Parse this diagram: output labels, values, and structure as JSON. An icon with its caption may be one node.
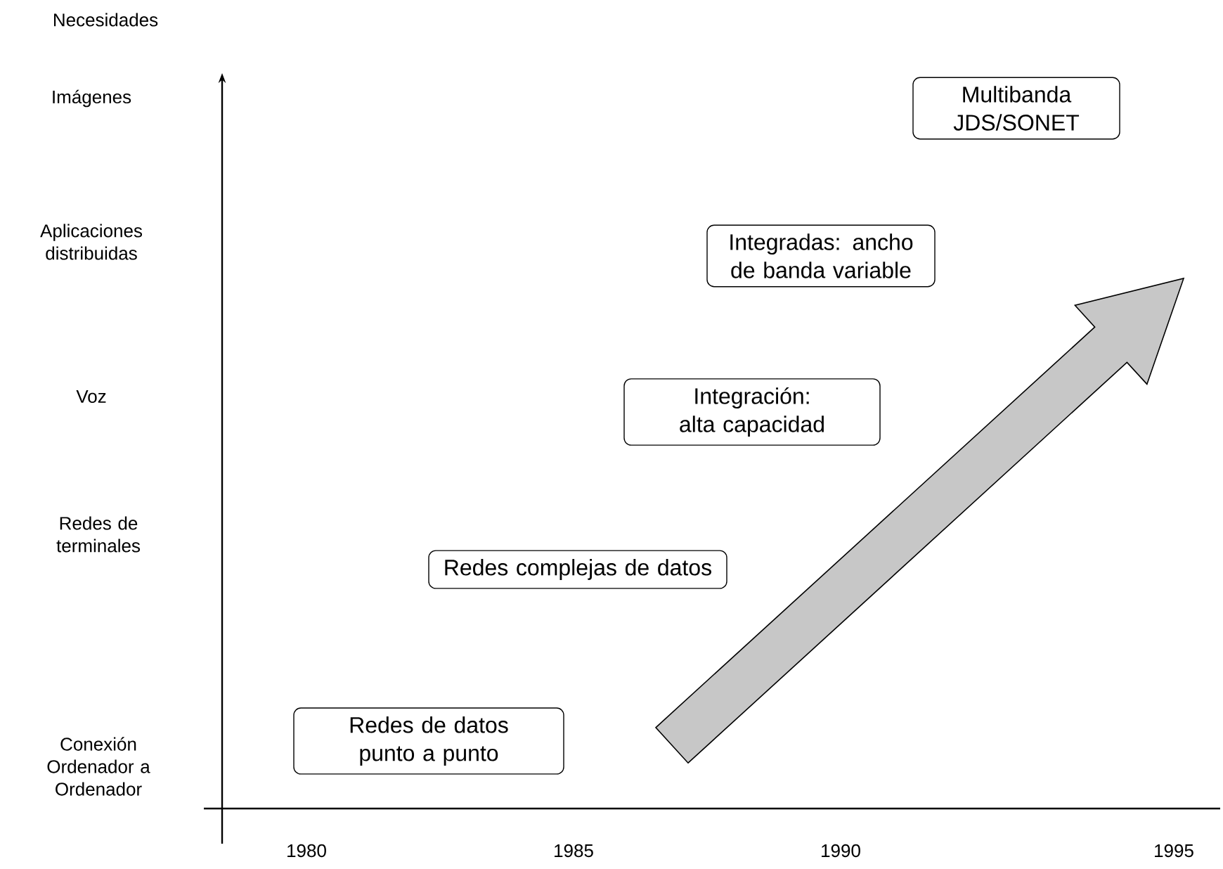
{
  "diagram": {
    "nodes": [
      {
        "text": [
          "Redes de datos punto a punto"
        ]
      },
      {
        "text": [
          "Redes complejas de datos"
        ]
      },
      {
        "text": [
          "Integración: alta capacidad"
        ]
      },
      {
        "text": [
          "Integradas: ancho de banda variable"
        ]
      },
      {
        "text": [
          "Multibanda JDS/SONET"
        ]
      }
    ],
    "edges": [],
    "labels": [
      "Necesidades",
      "Imágenes",
      "Aplicaciones distribuidas",
      "Voz",
      "Redes de terminales",
      "Conexión Ordenador a Ordenador",
      "1980",
      "1985",
      "1990",
      "1995"
    ]
  }
}
